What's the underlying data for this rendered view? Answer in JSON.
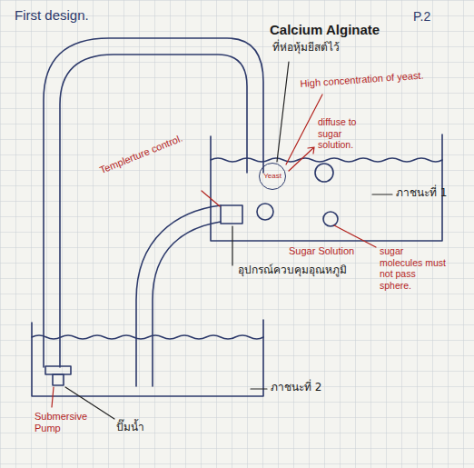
{
  "diagram": {
    "nodes": [
      {
        "text": [
          "Yeast"
        ]
      }
    ],
    "labels": [
      "First design.",
      "P.2",
      "Calcium Alginate",
      "ที่ห่อหุ้มยีสต์ไว้",
      "High concentration of yeast.",
      "diffuse to sugar solution.",
      "ภาชนะที่ 1",
      "Templerture control.",
      "sugar molecules must not pass sphere.",
      "Sugar Solution",
      "อุปกรณ์ควบคุมอุณหภูมิ",
      "ภาชนะที่ 2",
      "Submersive Pump",
      "ปั๊มน้ำ"
    ]
  }
}
